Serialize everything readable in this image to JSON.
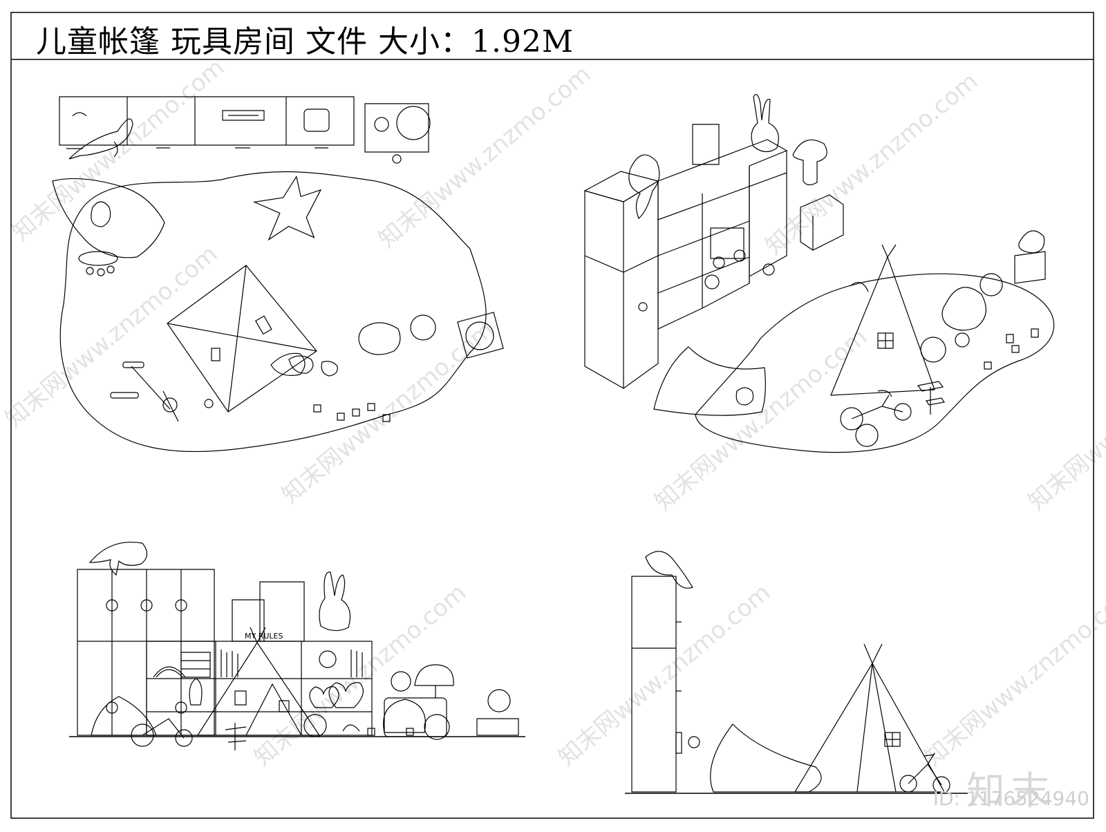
{
  "title": "儿童帐篷 玩具房间 文件 大小：1.92M",
  "watermark": {
    "site": "知末网www.znzmo.com",
    "logo": "知末",
    "id_text": "ID: 1176524940"
  },
  "colors": {
    "line": "#000000",
    "watermark": "#d9d9d9",
    "background": "#ffffff"
  },
  "drawings": [
    {
      "view": "plan",
      "features": [
        "cabinet",
        "whale-toy",
        "rug",
        "teepee-tent",
        "balance-bike",
        "star-cushion",
        "bean-bag",
        "toy-blocks"
      ]
    },
    {
      "view": "isometric",
      "features": [
        "storage-cabinet",
        "rabbit-lamp",
        "mushroom-lamp",
        "rug",
        "teepee-tent",
        "balance-bike",
        "bean-bag"
      ]
    },
    {
      "view": "front-elevation",
      "shelf_sign": "MY RULES",
      "features": [
        "wardrobe",
        "bookshelf",
        "teepee-tent",
        "rabbit-toy",
        "mushroom-lamp",
        "hearts",
        "abacus"
      ]
    },
    {
      "view": "side-elevation",
      "features": [
        "wardrobe",
        "whale-toy",
        "teepee-tent",
        "bean-bag",
        "tricycle"
      ]
    }
  ]
}
